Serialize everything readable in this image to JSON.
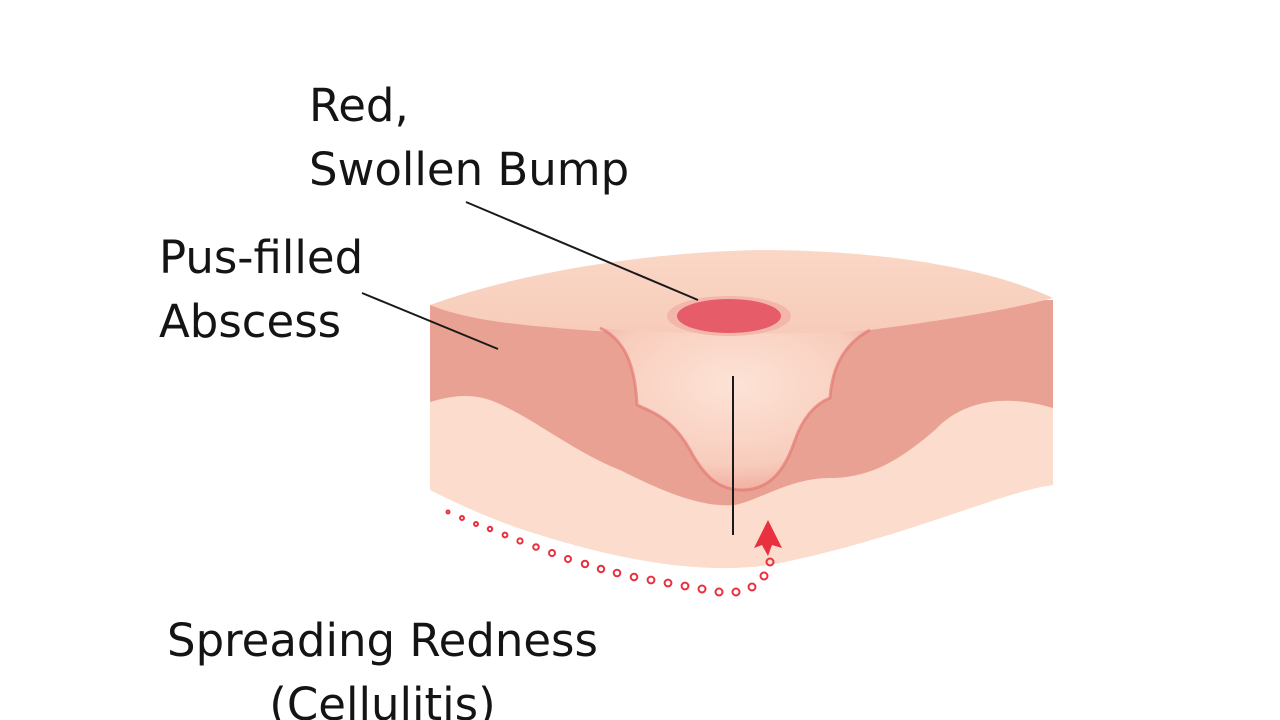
{
  "labels": {
    "bump": {
      "line1": "Red,",
      "line2": "Swollen Bump"
    },
    "abscess": {
      "line1": "Pus-filled",
      "line2": "Abscess"
    },
    "cellulitis": {
      "line1": "Spreading Redness",
      "line2": "(Cellulitis)"
    }
  },
  "colors": {
    "background": "#ffffff",
    "skin_top": "#f9d3c0",
    "skin_layer_pale": "#fbd9ca",
    "tissue_red": "#e9a193",
    "tissue_edge": "#e27a74",
    "bump_center": "#e65c68",
    "spread_dots": "#e8303f",
    "leader_lines": "#1a1a1a"
  }
}
